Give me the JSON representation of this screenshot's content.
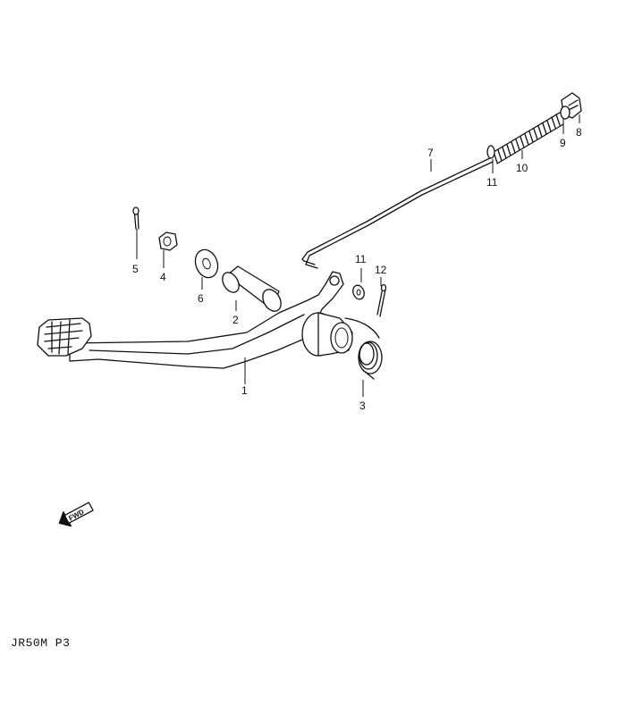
{
  "callouts": {
    "p1": "1",
    "p2": "2",
    "p3": "3",
    "p4": "4",
    "p5": "5",
    "p6": "6",
    "p7": "7",
    "p8": "8",
    "p9": "9",
    "p10": "10",
    "p11a": "11",
    "p11b": "11",
    "p12": "12"
  },
  "fwd_label": "FWD",
  "model_code": "JR50M P3",
  "colors": {
    "ink": "#111111",
    "paper": "#ffffff"
  }
}
